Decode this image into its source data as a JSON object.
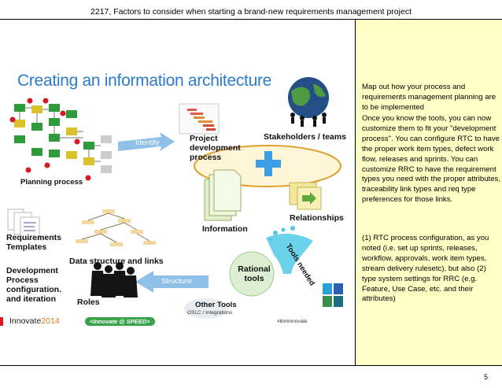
{
  "header": {
    "title": "2217, Factors to consider when starting a brand-new requirements management project"
  },
  "page_number": "5",
  "slide": {
    "title": "Creating an information architecture",
    "labels": {
      "planning_process": "Planning process",
      "identify": "Identify",
      "project_process": "Project development process",
      "stakeholders": "Stakeholders / teams",
      "information": "Information",
      "relationships": "Relationships",
      "requirements_templates": "Requirements Templates",
      "data_structure": "Data structure and links",
      "dev_process": "Development Process configuration. and iteration",
      "tools_needed": "Tools needed",
      "structure": "Structure",
      "rational_tools": "Rational tools",
      "other_tools": "Other Tools",
      "oslc": "OSLC / Integrations",
      "roles": "Roles",
      "hashtag": "#ibminnovate",
      "conference_a": "Innovate",
      "conference_b": "2014",
      "speed": "<Innovate @ SPEED>"
    }
  },
  "notes": {
    "para1": "Map out how your process and requirements management planning are to be implemented",
    "para2": "Once you know the tools, you can now customize them to fit your \"development process\". You can configure RTC to have the proper work item types, defect work flow, releases and sprints. You can customize RRC to have the requirement types you need with the proper attributes, traceability link types and req type preferences for those links.",
    "para3": "(1) RTC process configuration, as you noted (i.e. set up sprints, releases, workflow, approvals, work item types, stream delivery rulesetc), but also (2) type system settings for RRC (e.g. Feature, Use Case, etc. and their attributes)"
  },
  "colors": {
    "notes_bg": "#ffffc6",
    "title_blue": "#2c7bc9",
    "arrow_blue": "#8ec0ea",
    "accent_red": "#d51c24"
  }
}
